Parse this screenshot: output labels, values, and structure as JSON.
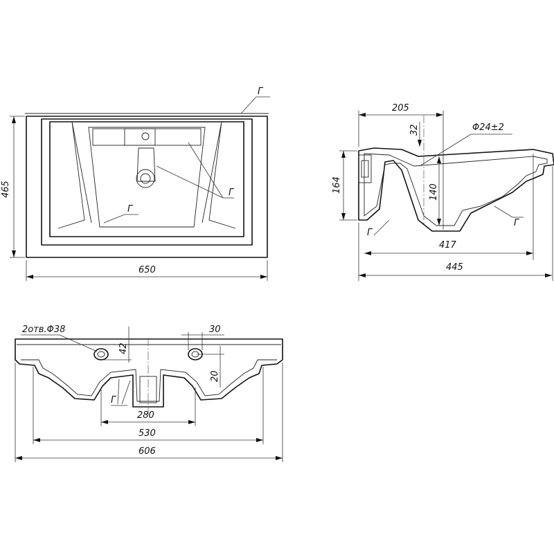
{
  "drawing": {
    "colors": {
      "line": "#111111",
      "background": "#ffffff"
    },
    "top_view": {
      "width_label": "650",
      "depth_label": "465",
      "surface_labels": [
        "Г",
        "Г",
        "Г"
      ]
    },
    "side_view": {
      "top_dim_label": "205",
      "hole_label": "Φ24±2",
      "offset_label": "32",
      "height_label": "164",
      "inner_height_label": "140",
      "inner_width_label": "417",
      "total_width_label": "445",
      "surface_labels": [
        "Г",
        "Г"
      ]
    },
    "front_view": {
      "holes_label": "2отв.Φ38",
      "hole_offset_label": "42",
      "rim_label": "30",
      "hole_drop_label": "20",
      "bowl_width_label": "280",
      "inner_width_label": "530",
      "total_width_label": "606",
      "surface_labels": [
        "Г"
      ]
    }
  }
}
